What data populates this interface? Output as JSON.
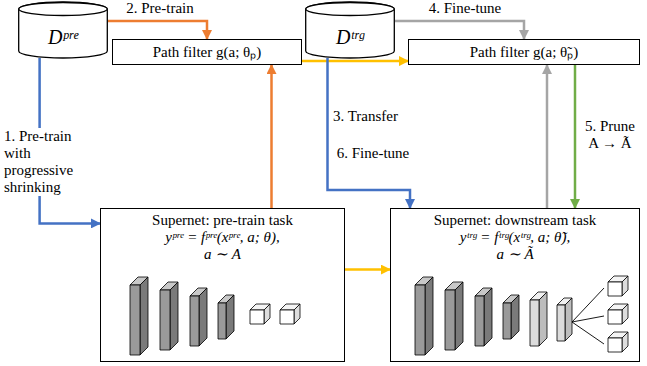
{
  "diagram": {
    "nodes": [
      {
        "text": [
          "Dᵖʳᵉ"
        ]
      },
      {
        "text": [
          "Path filter g(a; θₚ)"
        ]
      },
      {
        "text": [
          "Dᵗʳᵍ"
        ]
      },
      {
        "text": [
          "Path filter g(a; θ̃ₚ)"
        ]
      },
      {
        "text": [
          "Supernet: pre-train task",
          "yᵖʳᵉ = fᵖʳᵉ(xᵖʳᵉ, a; θ),",
          "a ∼ A"
        ]
      },
      {
        "text": [
          "Supernet: downstream task",
          "yᵗʳᵍ = fᵗʳᵍ(xᵗʳᵍ, a; θ̃),",
          "a ∼ Ã"
        ]
      }
    ],
    "edges": [
      {
        "from": 0,
        "to": 1,
        "arrow": "to",
        "label": "2. Pre-train"
      },
      {
        "from": 0,
        "to": 4,
        "arrow": "to",
        "label": "1. Pre-train with progressive shrinking"
      },
      {
        "from": 4,
        "to": 1,
        "arrow": "to"
      },
      {
        "from": 1,
        "to": 3,
        "arrow": "to"
      },
      {
        "from": 4,
        "to": 5,
        "arrow": "to"
      },
      {
        "from": 2,
        "to": 3,
        "arrow": "to",
        "label": "4. Fine-tune"
      },
      {
        "from": 5,
        "to": 3,
        "arrow": "to"
      },
      {
        "from": 3,
        "to": 5,
        "arrow": "to",
        "label": "5. Prune A → Ã"
      },
      {
        "from": 2,
        "to": 5,
        "arrow": "to",
        "label": "6. Fine-tune"
      }
    ],
    "labels": [
      "3. Transfer"
    ]
  }
}
